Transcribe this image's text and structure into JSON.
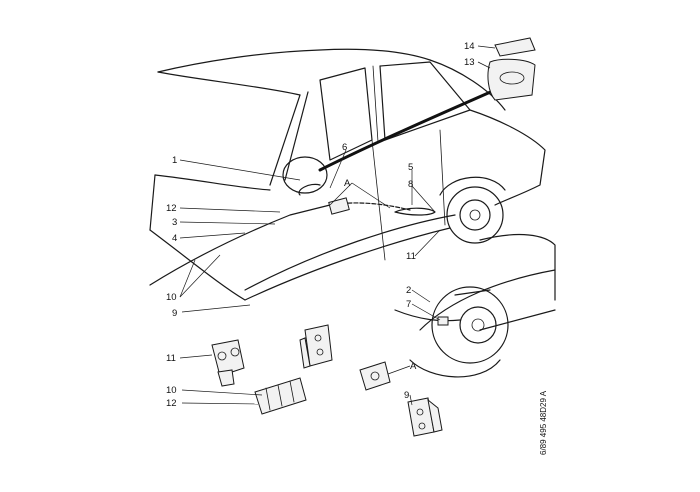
{
  "labels": {
    "l1": "1",
    "l2": "2",
    "l3": "3",
    "l4": "4",
    "l5": "5",
    "l6": "6",
    "l7": "7",
    "l8": "8",
    "l9a": "9",
    "l9b": "9",
    "l10a": "10",
    "l10b": "10",
    "l11a": "11",
    "l11b": "11",
    "l12a": "12",
    "l12b": "12",
    "l13": "13",
    "l14": "14",
    "lA1": "A",
    "lA2": "A"
  },
  "reference_code": "6/89 495 48D29 A"
}
